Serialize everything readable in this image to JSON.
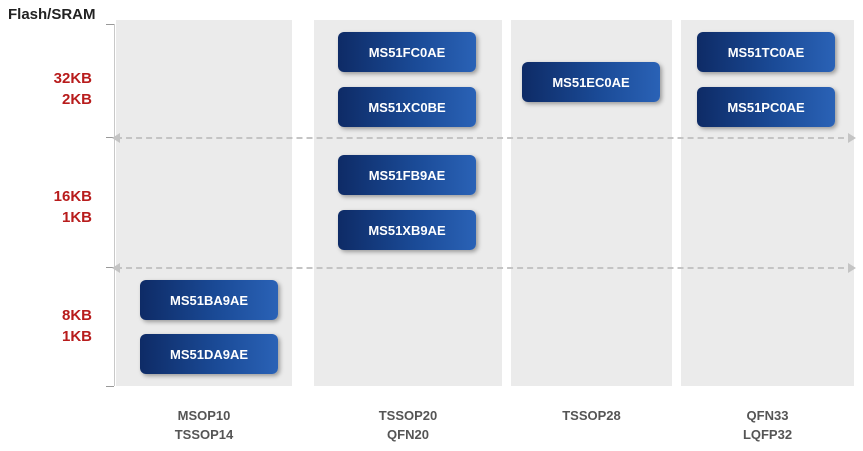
{
  "axis_title": "Flash/SRAM",
  "tiers": [
    {
      "flash": "32KB",
      "sram": "2KB"
    },
    {
      "flash": "16KB",
      "sram": "1KB"
    },
    {
      "flash": "8KB",
      "sram": "1KB"
    }
  ],
  "packages": [
    {
      "line1": "MSOP10",
      "line2": "TSSOP14"
    },
    {
      "line1": "TSSOP20",
      "line2": "QFN20"
    },
    {
      "line1": "TSSOP28",
      "line2": ""
    },
    {
      "line1": "QFN33",
      "line2": "LQFP32"
    }
  ],
  "parts": {
    "fc0ae": "MS51FC0AE",
    "xc0be": "MS51XC0BE",
    "fb9ae": "MS51FB9AE",
    "xb9ae": "MS51XB9AE",
    "ec0ae": "MS51EC0AE",
    "tc0ae": "MS51TC0AE",
    "pc0ae": "MS51PC0AE",
    "ba9ae": "MS51BA9AE",
    "da9ae": "MS51DA9AE"
  },
  "colors": {
    "tier_label": "#b81c1c",
    "chip_dark": "#0e2b66",
    "chip_light": "#2a62b6",
    "column_bg": "#ebebeb"
  }
}
